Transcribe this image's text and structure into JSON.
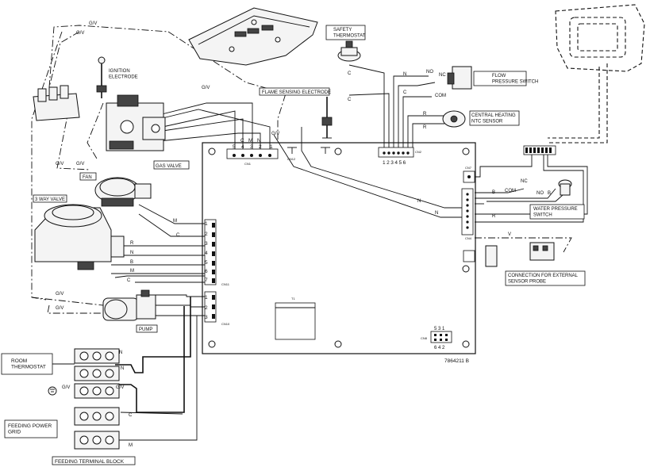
{
  "labels": {
    "ignition_electrode": "IGNITION\nELECTRODE",
    "safety_thermostat": "SAFETY\nTHERMOSTAT",
    "flame_sensing": "FLAME SENSING ELECTRODE",
    "flow_pressure_switch": "FLOW\nPRESSURE SWITCH",
    "central_heating_ntc": "CENTRAL HEATING\nNTC SENSOR",
    "gas_valve": "GAS VALVE",
    "fan": "FAN",
    "three_way_valve": "3 WAY VALVE",
    "pump": "PUMP",
    "water_pressure_switch": "WATER PRESSURE\nSWITCH",
    "external_sensor": "CONNECTION FOR EXTERNAL\nSENSOR PROBE",
    "room_thermostat": "ROOM\nTHERMOSTAT",
    "feeding_power_grid": "FEEDING POWER\nGRID",
    "feeding_terminal_block": "FEEDING TERMINAL BLOCK"
  },
  "wire_codes": {
    "gv": "G/V",
    "n": "N",
    "c": "C",
    "m": "M",
    "r": "R",
    "b": "B",
    "v": "V",
    "nc": "NC",
    "no": "NO",
    "com": "COM"
  },
  "connectors": {
    "cn1_pins": [
      "5",
      "4",
      "3",
      "2",
      "1"
    ],
    "cn1_letters": [
      "C",
      "M",
      "N"
    ],
    "cn3_pins": "123456",
    "cn_left_pins": [
      "1",
      "2",
      "3",
      "4",
      "5",
      "6",
      "7"
    ],
    "cn_pump_pins": [
      "1",
      "2",
      "3"
    ],
    "cn_bottom_top": "5 3 1",
    "cn_bottom_bottom": "6 4 2",
    "ids": {
      "cn1": "CN1",
      "cn2": "CN12",
      "cn3": "CN2",
      "cn4": "CN3",
      "cn5": "CN7",
      "cn6": "CN4",
      "cn7": "CN11",
      "cn8": "CN10",
      "cn9": "CN8",
      "t1": "T1"
    }
  },
  "board_code": "7864211 B"
}
